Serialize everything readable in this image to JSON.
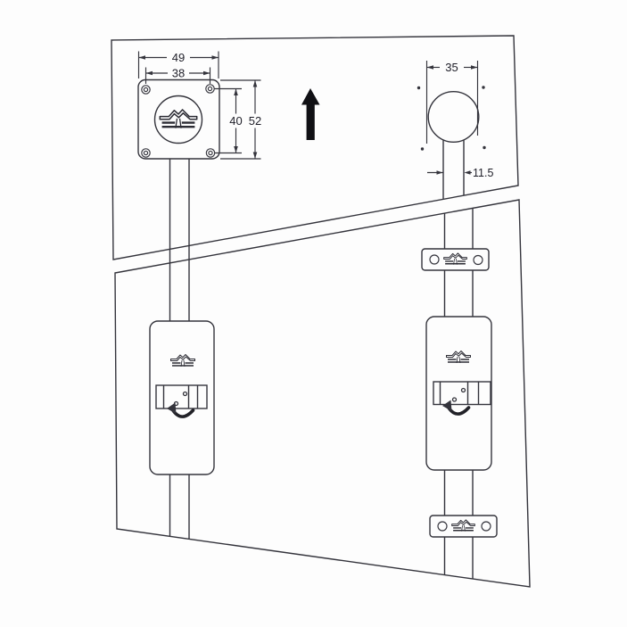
{
  "drawing": {
    "dimensions": {
      "plate_width": "49",
      "screw_hole_spacing_horizontal": "38",
      "screw_hole_spacing_vertical": "40",
      "plate_height": "52",
      "hole_diameter": "35",
      "rod_slot_width": "11.5"
    },
    "icons": {
      "direction": "up-arrow",
      "rotation": "counterclockwise-arc-arrow",
      "brand": "zigzag-bird-logo"
    },
    "colors": {
      "ink": "#34343c",
      "paper": "#fdfdfd",
      "arrow_fill": "#101014"
    }
  }
}
